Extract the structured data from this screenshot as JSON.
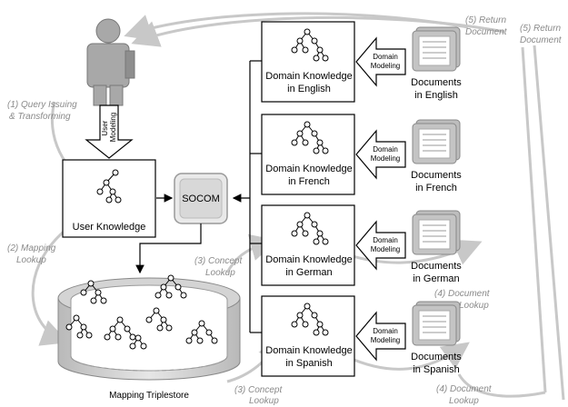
{
  "nodes": {
    "user_knowledge": "User Knowledge",
    "socom": "SOCOM",
    "mapping_triplestore": "Mapping Triplestore",
    "domain_english": [
      "Domain Knowledge",
      "in English"
    ],
    "domain_french": [
      "Domain Knowledge",
      "in French"
    ],
    "domain_german": [
      "Domain Knowledge",
      "in German"
    ],
    "domain_spanish": [
      "Domain Knowledge",
      "in Spanish"
    ],
    "docs_english": [
      "Documents",
      "in English"
    ],
    "docs_french": [
      "Documents",
      "in French"
    ],
    "docs_german": [
      "Documents",
      "in German"
    ],
    "docs_spanish": [
      "Documents",
      "in Spanish"
    ]
  },
  "arrows": {
    "user_modeling": [
      "User",
      "Modeling"
    ],
    "domain_modeling": [
      "Domain",
      "Modeling"
    ]
  },
  "steps": {
    "s1": [
      "(1) Query Issuing",
      "& Transforming"
    ],
    "s2": [
      "(2) Mapping",
      "Lookup"
    ],
    "s3_upper": [
      "(3) Concept",
      "Lookup"
    ],
    "s3_lower": [
      "(3) Concept",
      "Lookup"
    ],
    "s4_upper": [
      "(4) Document",
      "Lookup"
    ],
    "s4_lower": [
      "(4) Document",
      "Lookup"
    ],
    "s5_left": [
      "(5) Return",
      "Document"
    ],
    "s5_right": [
      "(5) Return",
      "Document"
    ]
  },
  "colors": {
    "flow_line": "#c8c8c8",
    "user_figure": "#a8a8a8",
    "socom_fill": "#d8d8d8",
    "doc_fill": "#c4c4c4"
  }
}
